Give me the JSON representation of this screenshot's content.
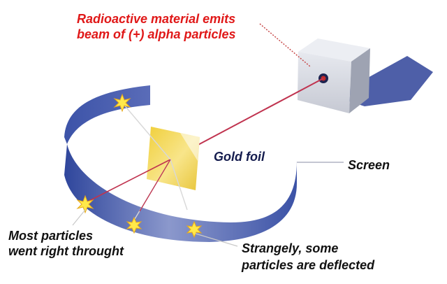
{
  "labels": {
    "source_line1": "Radioactive material emits",
    "source_line2": "beam of (+) alpha particles",
    "gold_foil": "Gold foil",
    "screen": "Screen",
    "straight_line1": "Most particles",
    "straight_line2": "went right throught",
    "deflected_line1": "Strangely, some",
    "deflected_line2": "particles are deflected"
  },
  "colors": {
    "label_red": "#e01818",
    "beam": "#c0334f",
    "screen_blue": "#3c53a8",
    "foil_gold": "#f2d54e",
    "box_grey": "#c9ccd6",
    "shadow_blue": "#4e5fa8",
    "flash_yellow": "#ffe94a"
  },
  "icons": [
    "starburst-icon"
  ]
}
